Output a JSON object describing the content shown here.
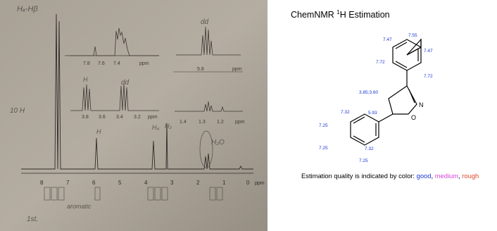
{
  "photo": {
    "handwriting": {
      "top_left": "Hₐ-Hβ",
      "left_side": "10 H",
      "inset_mid_left": "H",
      "inset_mid_right": "dd",
      "inset_top_right": "dd",
      "peak_label_1": "H",
      "peak_label_2": "H₄",
      "peak_label_3": "H₂",
      "peak_label_4": "H₂O",
      "bottom_1": "aromatic",
      "bottom_2": "1st,"
    },
    "insets": {
      "top_left_ticks": [
        "7.8",
        "7.6",
        "7.4"
      ],
      "top_left_unit": "ppm",
      "top_right_ticks": [
        "5.8"
      ],
      "top_right_unit": "ppm",
      "mid_left_ticks": [
        "3.8",
        "3.6",
        "3.4",
        "3.2"
      ],
      "mid_left_unit": "ppm",
      "mid_right_ticks": [
        "1.4",
        "1.3",
        "1.2"
      ],
      "mid_right_unit": "ppm"
    },
    "main_axis": {
      "ticks": [
        "8",
        "7",
        "6",
        "5",
        "4",
        "3",
        "2",
        "1",
        "0"
      ],
      "unit": "ppm"
    }
  },
  "estimation": {
    "title_prefix": "ChemNMR ",
    "title_sup": "1",
    "title_suffix": "H Estimation",
    "colors": {
      "good": "#1a36d8",
      "medium": "#d645d6",
      "rough": "#e0472b"
    },
    "shifts": {
      "top_para": "7.55",
      "top_meta_left": "7.47",
      "top_meta_right": "7.47",
      "top_ortho_left": "7.72",
      "top_ortho_right": "7.72",
      "ch2": "3.85;3.60",
      "ch": "5.93",
      "bottom_ortho_top": "7.32",
      "bottom_meta_left_top": "7.25",
      "bottom_para": "7.25",
      "bottom_meta_bottom": "7.25",
      "bottom_ortho_right": "7.32"
    },
    "atoms": {
      "n": "N",
      "o": "O"
    },
    "legend": {
      "prefix": "Estimation quality is indicated by color: ",
      "good": "good",
      "sep1": ", ",
      "medium": "medium",
      "sep2": ", ",
      "rough": "rough"
    }
  }
}
